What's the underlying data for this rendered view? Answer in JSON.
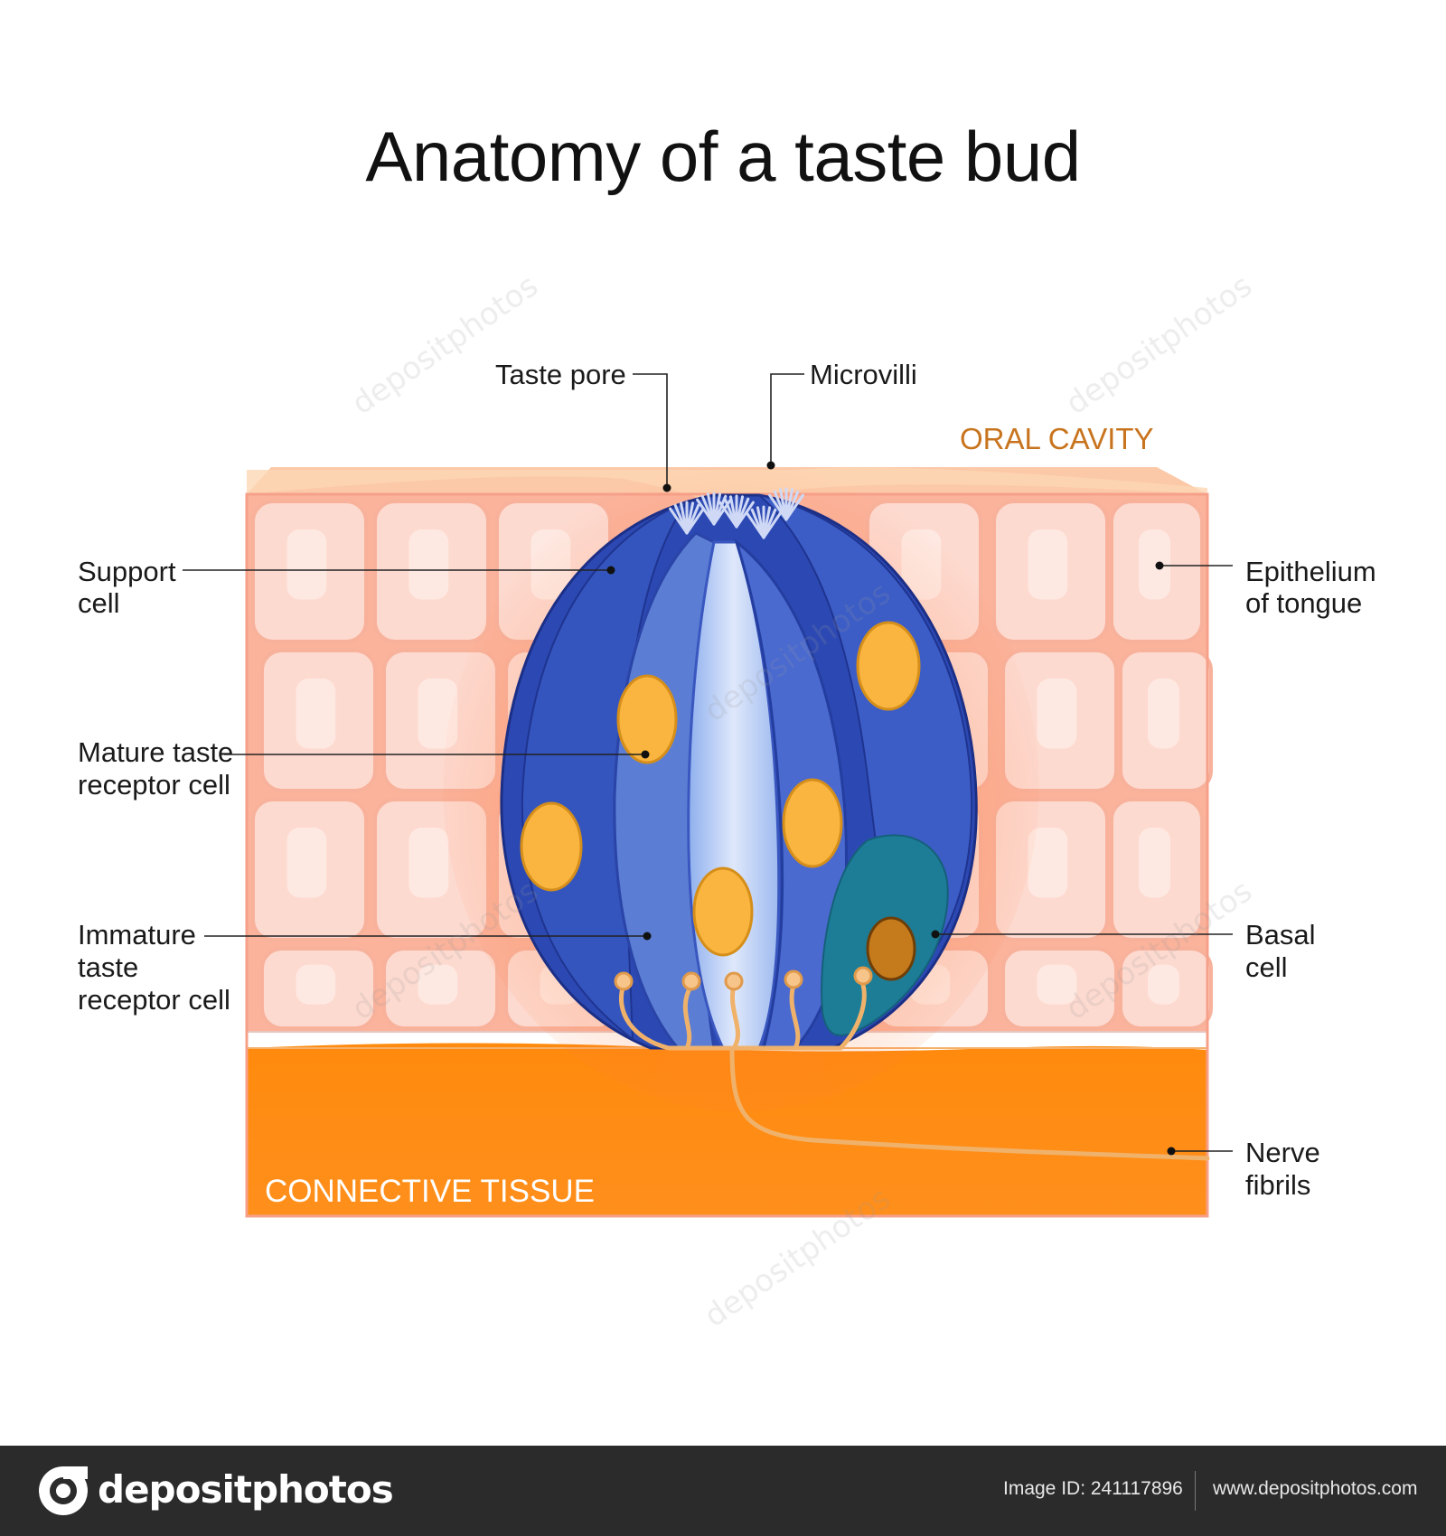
{
  "title": "Anatomy of a taste bud",
  "regions": {
    "oral_cavity": "ORAL CAVITY",
    "connective_tissue": "CONNECTIVE TISSUE"
  },
  "labels": {
    "taste_pore": "Taste pore",
    "microvilli": "Microvilli",
    "support_cell": [
      "Support",
      "cell"
    ],
    "mature_receptor": [
      "Mature taste",
      "receptor cell"
    ],
    "immature_receptor": [
      "Immature",
      "taste",
      "receptor cell"
    ],
    "epithelium": [
      "Epithelium",
      "of tongue"
    ],
    "basal_cell": [
      "Basal",
      "cell"
    ],
    "nerve_fibrils": [
      "Nerve",
      "fibrils"
    ]
  },
  "watermark": "depositphotos",
  "footer": {
    "brand": "depositphotos",
    "image_id": "Image ID: 241117896",
    "url": "www.depositphotos.com"
  },
  "colors": {
    "epithelium": "#fbb39b",
    "epithelium_cell": "#fddad0",
    "connective": "#ff8a0d",
    "bud_dark": "#2c49b3",
    "bud_mid": "#5b7ed4",
    "bud_light": "#c4d3f5",
    "nucleus": "#f9b53f",
    "basal": "#1d7d96",
    "nerve": "#f7c48a"
  }
}
